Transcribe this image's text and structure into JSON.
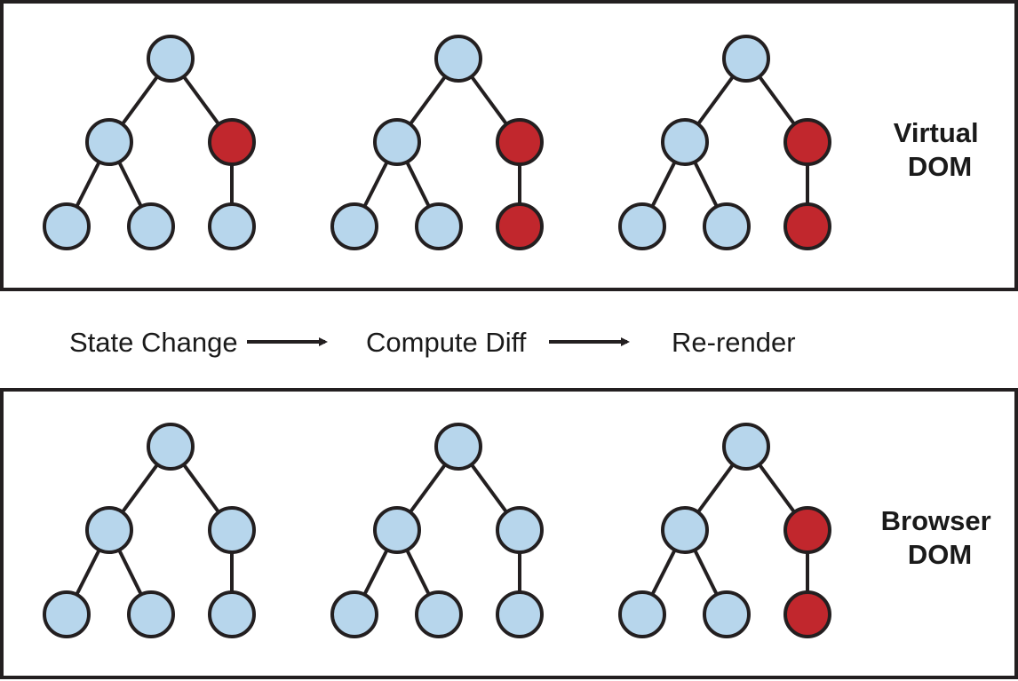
{
  "colors": {
    "node_default": "#b7d6ec",
    "node_changed": "#c1272d",
    "outline": "#231f20"
  },
  "panels": [
    {
      "id": "virtual",
      "label_lines": [
        "Virtual",
        "DOM"
      ],
      "trees": [
        {
          "changed_nodes": [
            "right"
          ]
        },
        {
          "changed_nodes": [
            "right",
            "right_leaf"
          ]
        },
        {
          "changed_nodes": [
            "right",
            "right_leaf"
          ]
        }
      ]
    },
    {
      "id": "browser",
      "label_lines": [
        "Browser",
        "DOM"
      ],
      "trees": [
        {
          "changed_nodes": []
        },
        {
          "changed_nodes": []
        },
        {
          "changed_nodes": [
            "right",
            "right_leaf"
          ]
        }
      ]
    }
  ],
  "steps": [
    "State Change",
    "Compute Diff",
    "Re-render"
  ],
  "arrows": [
    {
      "from": "State Change",
      "to": "Compute Diff"
    },
    {
      "from": "Compute Diff",
      "to": "Re-render"
    }
  ]
}
